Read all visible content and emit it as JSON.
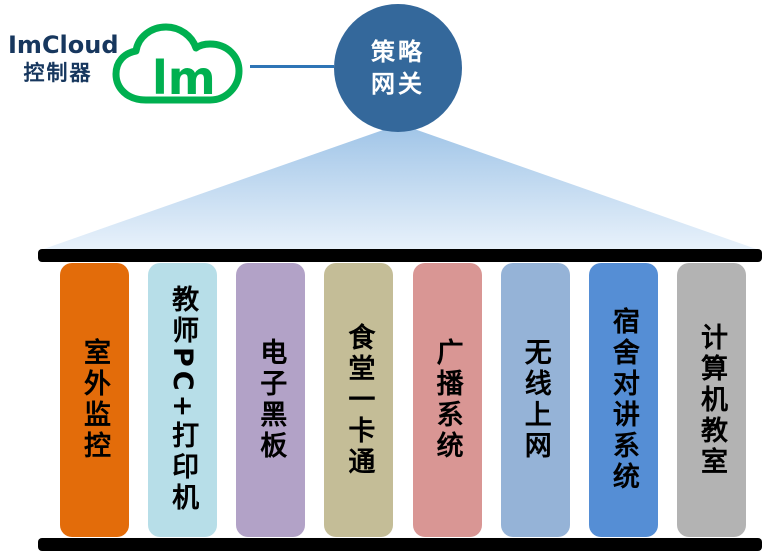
{
  "controller": {
    "title": "ImCloud",
    "subtitle": "控制器",
    "text_color": "#17375E",
    "cloud_text": "lm",
    "cloud_color": "#00B050"
  },
  "connector": {
    "color": "#2E75B6"
  },
  "gateway": {
    "label_line1": "策略",
    "label_line2": "网关",
    "circle_color": "#34689B",
    "text_color": "#FFFFFF"
  },
  "funnel": {
    "top_color": "#9FC4E7",
    "bottom_color": "#E9F2FB"
  },
  "bars": {
    "color": "#000000"
  },
  "columns": [
    {
      "label": "室外监控",
      "color": "#E36C0A"
    },
    {
      "label": "教师PC+打印机",
      "color": "#B7DEE8"
    },
    {
      "label": "电子黑板",
      "color": "#B2A2C7"
    },
    {
      "label": "食堂一卡通",
      "color": "#C4BD97"
    },
    {
      "label": "广播系统",
      "color": "#D99694"
    },
    {
      "label": "无线上网",
      "color": "#95B3D7"
    },
    {
      "label": "宿舍对讲系统",
      "color": "#558ED5"
    },
    {
      "label": "计算机教室",
      "color": "#B3B3B3"
    }
  ]
}
